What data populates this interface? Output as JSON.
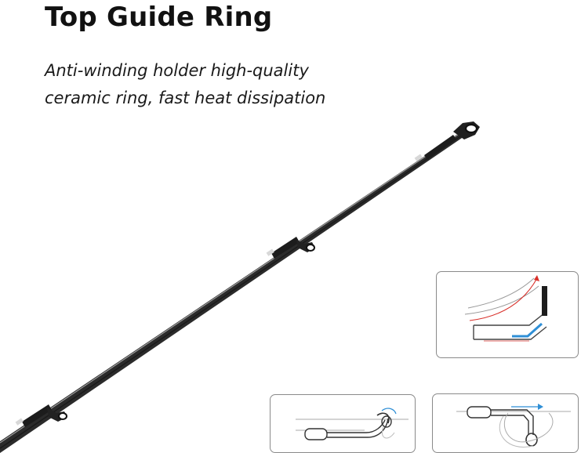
{
  "heading": {
    "title": "Top Guide Ring",
    "subtitle_lines": [
      "Anti-winding holder high-quality",
      "ceramic ring, fast heat dissipation"
    ]
  },
  "colors": {
    "text": "#111111",
    "rod_dark": "#2a2a2a",
    "rod_light": "#8c8c8c",
    "line_red": "#d9312b",
    "line_blue": "#2f8fd6",
    "panel_border": "#8a8a8a"
  }
}
